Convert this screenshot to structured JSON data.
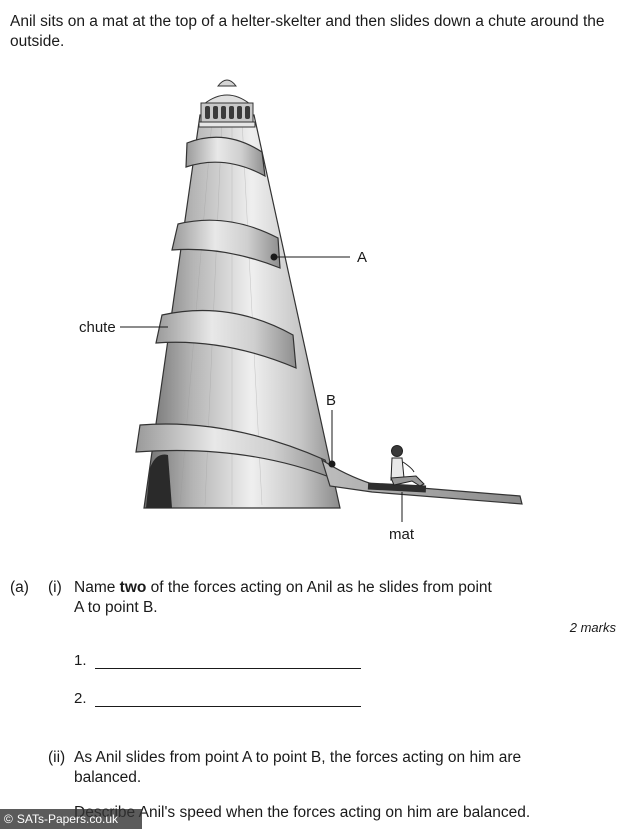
{
  "intro": "Anil sits on a mat at the top of a helter-skelter and then slides down a chute around the outside.",
  "labels": {
    "a": "A",
    "chute": "chute",
    "b": "B",
    "mat": "mat"
  },
  "question_a": {
    "part": "(a)",
    "sub_i": "(i)",
    "text_pre": "Name ",
    "text_bold": "two",
    "text_post": " of the forces acting on Anil as he slides from point A to point B.",
    "marks": "2 marks",
    "answer_1": "1.",
    "answer_2": "2."
  },
  "question_a_ii": {
    "sub_ii": "(ii)",
    "text": "As Anil slides from point A to point B, the forces acting on him are balanced.",
    "describe": "Describe Anil's speed when the forces acting on him are balanced."
  },
  "watermark": {
    "symbol": "©",
    "text": "SATs-Papers.co.uk"
  }
}
